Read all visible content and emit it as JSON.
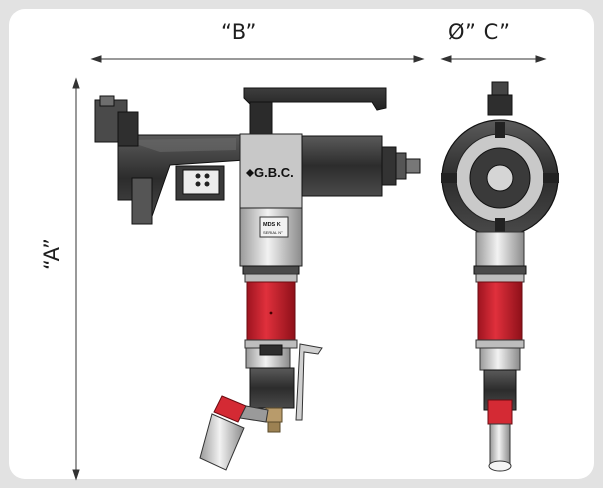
{
  "dimensions": {
    "width_label": "“B”",
    "diameter_label": "Ø” C”",
    "height_label": "“A”"
  },
  "brand": {
    "logo_text": "G.B.C.",
    "plate_model": "MDS K",
    "plate_serial": "SERIAL N°"
  },
  "colors": {
    "motor_red": "#cc1e2b",
    "body_gray": "#8c8c8c",
    "dark_gray": "#3a3a3a",
    "light_gray": "#d9d9d9"
  }
}
